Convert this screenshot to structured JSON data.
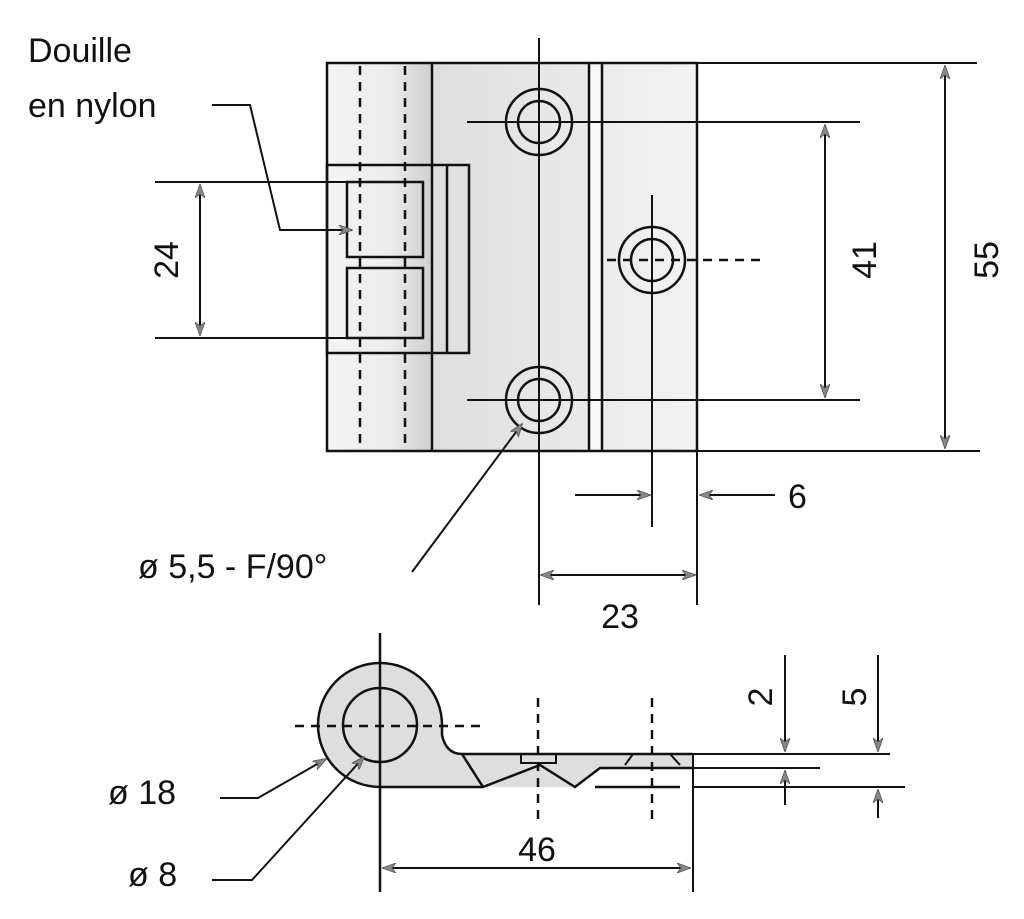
{
  "labels": {
    "bushing_line1": "Douille",
    "bushing_line2": "en nylon",
    "hole_spec": "ø 5,5 - F/90°",
    "outer_diameter": "ø 18",
    "inner_diameter": "ø 8"
  },
  "dimensions": {
    "bushing_height": "24",
    "hole_spacing": "41",
    "total_height": "55",
    "hole_offset": "6",
    "leaf_width": "23",
    "total_width": "46",
    "leaf_thickness": "2",
    "profile_height": "5"
  },
  "colors": {
    "metal": "#e6e6e6",
    "nylon": "#f7f6e8",
    "line": "#111111",
    "arrow": "#888888"
  }
}
